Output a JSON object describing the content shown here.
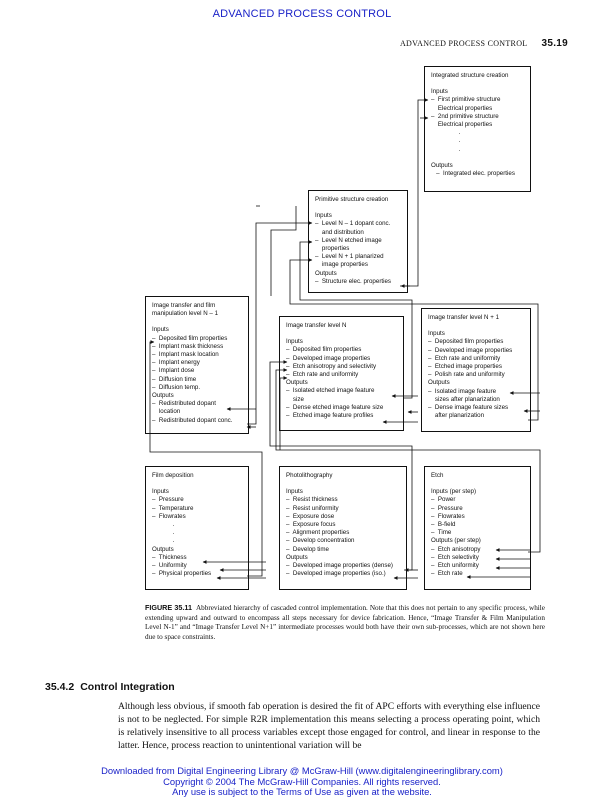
{
  "banner": "ADVANCED PROCESS CONTROL",
  "running_head": {
    "title": "ADVANCED PROCESS CONTROL",
    "page": "35.19"
  },
  "boxes": {
    "integrated": {
      "title": "Integrated structure creation",
      "lines": [
        "Inputs",
        "–  First primitive structure",
        "    Electrical properties",
        "–  2nd primitive structure",
        "    Electrical properties",
        "                .",
        "                .",
        "                .",
        "",
        "Outputs",
        "   –  Integrated elec. properties"
      ]
    },
    "primitive": {
      "title": "Primitive structure creation",
      "lines": [
        "Inputs",
        "–  Level N – 1 dopant conc.",
        "    and distribution",
        "–  Level N etched image",
        "    properties",
        "–  Level N + 1 planarized",
        "    image properties",
        "Outputs",
        "–  Structure elec. properties"
      ]
    },
    "itfm": {
      "title": "Image transfer and film\nmanipulation level N – 1",
      "lines": [
        "Inputs",
        "–  Deposited film properties",
        "–  Implant mask thickness",
        "–  Implant mask location",
        "–  Implant energy",
        "–  Implant dose",
        "–  Diffusion time",
        "–  Diffusion temp.",
        "Outputs",
        "–  Redistributed dopant",
        "    location",
        "–  Redistributed dopant conc."
      ]
    },
    "itn": {
      "title": "Image transfer level N",
      "lines": [
        "Inputs",
        "–  Deposited film properties",
        "–  Developed image properties",
        "–  Etch anisotropy and selectivity",
        "–  Etch rate and uniformity",
        "Outputs",
        "–  Isolated etched image feature",
        "    size",
        "–  Dense etched image feature size",
        "–  Etched image feature profiles"
      ]
    },
    "itn1": {
      "title": "Image transfer level N + 1",
      "lines": [
        "Inputs",
        "–  Deposited film properties",
        "–  Developed image properties",
        "–  Etch rate and uniformity",
        "–  Etched image properties",
        "–  Polish rate and uniformity",
        "Outputs",
        "–  Isolated image feature",
        "    sizes after planarization",
        "–  Dense image feature sizes",
        "    after planarization"
      ]
    },
    "film": {
      "title": "Film deposition",
      "lines": [
        "Inputs",
        "–  Pressure",
        "–  Temperature",
        "–  Flowrates",
        "            .",
        "            .",
        "            .",
        "Outputs",
        "–  Thickness",
        "–  Uniformity",
        "–  Physical properties"
      ]
    },
    "photo": {
      "title": "Photolithography",
      "lines": [
        "Inputs",
        "–  Resist thickness",
        "–  Resist uniformity",
        "–  Exposure dose",
        "–  Exposure focus",
        "–  Alignment properties",
        "–  Develop concentration",
        "–  Develop time",
        "Outputs",
        "–  Developed image properties (dense)",
        "–  Developed image properties (iso.)"
      ]
    },
    "etch": {
      "title": "Etch",
      "lines": [
        "Inputs (per step)",
        "–  Power",
        "–  Pressure",
        "–  Flowrates",
        "–  B-field",
        "–  Time",
        "Outputs (per step)",
        "–  Etch anisotropy",
        "–  Etch selectivity",
        "–  Etch uniformity",
        "–  Etch rate"
      ]
    }
  },
  "caption": {
    "label": "FIGURE 35.11",
    "text": "Abbreviated hierarchy of cascaded control implementation. Note that this does not pertain to any specific process, while extending upward and outward to encompass all steps necessary for device fabrication. Hence, “Image Transfer & Film Manipulation Level N-1” and “Image Transfer Level N+1” intermediate processes would both have their own sub-processes, which are not shown here due to space constraints."
  },
  "section": {
    "number": "35.4.2",
    "title": "Control Integration"
  },
  "body_text": "Although less obvious, if smooth fab operation is desired the fit of APC efforts with everything else influence is not to be neglected. For simple R2R implementation this means selecting a process operating point, which is relatively insensitive to all process variables except those engaged for control, and linear in response to the latter. Hence, process reaction to unintentional variation will be",
  "footer": [
    "Downloaded from Digital Engineering Library @ McGraw-Hill (www.digitalengineeringlibrary.com)",
    "Copyright © 2004 The McGraw-Hill Companies. All rights reserved.",
    "Any use is subject to the Terms of Use as given at the website."
  ]
}
